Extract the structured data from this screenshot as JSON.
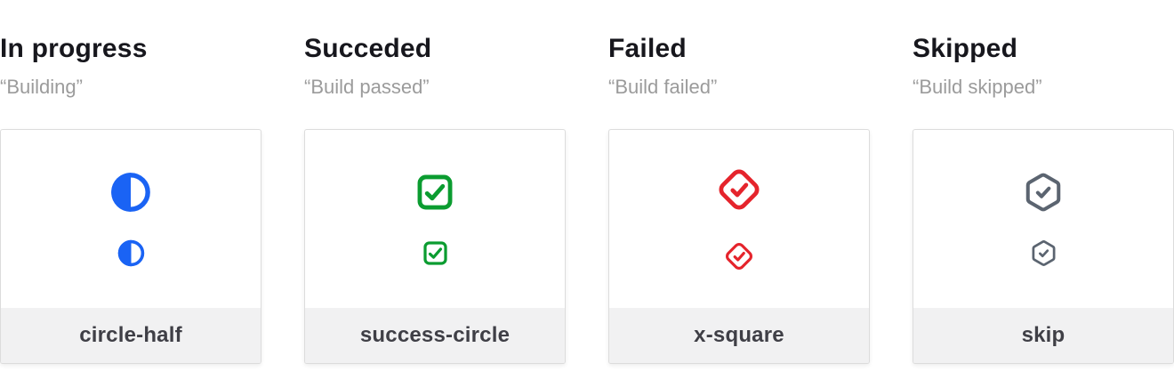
{
  "columns": [
    {
      "title": "In progress",
      "quote": "“Building”",
      "icon": "circle-half-icon",
      "icon_color": "#1A63F4",
      "label": "circle-half"
    },
    {
      "title": "Succeded",
      "quote": "“Build passed”",
      "icon": "check-square-icon",
      "icon_color": "#0B9C30",
      "label": "success-circle"
    },
    {
      "title": "Failed",
      "quote": "“Build failed”",
      "icon": "check-diamond-icon",
      "icon_color": "#E5242C",
      "label": "x-square"
    },
    {
      "title": "Skipped",
      "quote": "“Build skipped”",
      "icon": "check-hexagon-icon",
      "icon_color": "#5B6470",
      "label": "skip"
    }
  ],
  "styles": {
    "heading_color": "#17171D",
    "quote_color": "#9B9B9B",
    "card_border": "#DCDCDC",
    "footer_background": "#F1F1F2",
    "footer_text": "#3F3F46"
  }
}
